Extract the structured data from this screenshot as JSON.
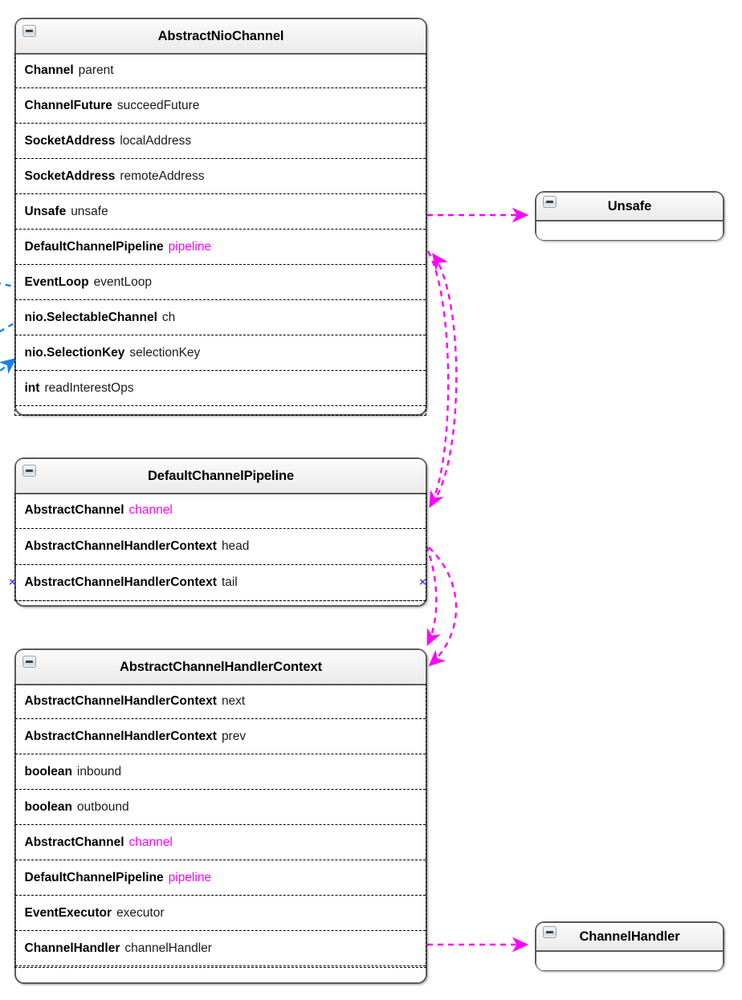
{
  "diagram": {
    "type": "uml-class-diagram",
    "link_color": "#ff00ff",
    "accent_blue": "#1a7ff2",
    "marker_blue": "#4a46e8",
    "border_color": "#5a5a5a"
  },
  "classes": [
    {
      "id": "abstract-nio-channel",
      "title": "AbstractNioChannel",
      "collapse_icon": "minus-box-icon",
      "attributes": [
        {
          "type": "Channel",
          "name": "parent",
          "linked": false
        },
        {
          "type": "ChannelFuture",
          "name": "succeedFuture",
          "linked": false
        },
        {
          "type": "SocketAddress",
          "name": "localAddress",
          "linked": false
        },
        {
          "type": "SocketAddress",
          "name": "remoteAddress",
          "linked": false
        },
        {
          "type": "Unsafe",
          "name": "unsafe",
          "linked": false
        },
        {
          "type": "DefaultChannelPipeline",
          "name": "pipeline",
          "linked": true
        },
        {
          "type": "EventLoop",
          "name": "eventLoop",
          "linked": false
        },
        {
          "type": "nio.SelectableChannel",
          "name": "ch",
          "linked": false
        },
        {
          "type": "nio.SelectionKey",
          "name": "selectionKey",
          "linked": false
        },
        {
          "type": "int",
          "name": "readInterestOps",
          "linked": false
        }
      ]
    },
    {
      "id": "default-channel-pipeline",
      "title": "DefaultChannelPipeline",
      "collapse_icon": "minus-box-icon",
      "attributes": [
        {
          "type": "AbstractChannel",
          "name": "channel",
          "linked": true
        },
        {
          "type": "AbstractChannelHandlerContext",
          "name": "head",
          "linked": false
        },
        {
          "type": "AbstractChannelHandlerContext",
          "name": "tail",
          "linked": false
        }
      ]
    },
    {
      "id": "abstract-channel-handler-context",
      "title": "AbstractChannelHandlerContext",
      "collapse_icon": "minus-box-icon",
      "attributes": [
        {
          "type": "AbstractChannelHandlerContext",
          "name": "next",
          "linked": false
        },
        {
          "type": "AbstractChannelHandlerContext",
          "name": "prev",
          "linked": false
        },
        {
          "type": "boolean",
          "name": "inbound",
          "linked": false
        },
        {
          "type": "boolean",
          "name": "outbound",
          "linked": false
        },
        {
          "type": "AbstractChannel",
          "name": "channel",
          "linked": true
        },
        {
          "type": "DefaultChannelPipeline",
          "name": "pipeline",
          "linked": true
        },
        {
          "type": "EventExecutor",
          "name": "executor",
          "linked": false
        },
        {
          "type": "ChannelHandler",
          "name": "channelHandler",
          "linked": false
        }
      ]
    },
    {
      "id": "unsafe",
      "title": "Unsafe",
      "collapse_icon": "minus-box-icon",
      "attributes": []
    },
    {
      "id": "channel-handler",
      "title": "ChannelHandler",
      "collapse_icon": "minus-box-icon",
      "attributes": []
    }
  ],
  "markers": {
    "x_glyph": "×"
  }
}
